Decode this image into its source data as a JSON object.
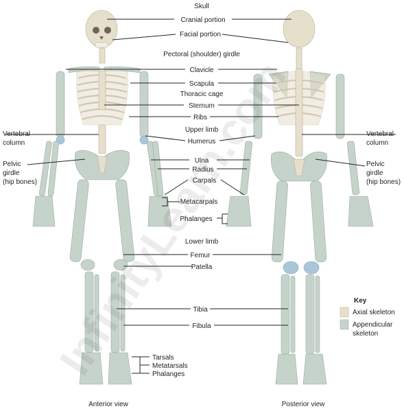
{
  "labels": {
    "skull": "Skull",
    "cranial": "Cranial portion",
    "facial": "Facial portion",
    "pectoral": "Pectoral (shoulder) girdle",
    "clavicle": "Clavicle",
    "scapula": "Scapula",
    "thoracic": "Thoracic cage",
    "sternum": "Sternum",
    "ribs": "Ribs",
    "upper_limb": "Upper limb",
    "humerus": "Humerus",
    "ulna": "Ulna",
    "radius": "Radius",
    "carpals": "Carpals",
    "metacarpals": "Metacarpals",
    "phalanges_hand": "Phalanges",
    "lower_limb": "Lower limb",
    "femur": "Femur",
    "patella": "Patella",
    "tibia": "Tibia",
    "fibula": "Fibula",
    "tarsals": "Tarsals",
    "metatarsals": "Metatarsals",
    "phalanges_foot": "Phalanges",
    "vertebral_left_1": "Vertebral",
    "vertebral_left_2": "column",
    "vertebral_right_1": "Vertebral",
    "vertebral_right_2": "column",
    "pelvic_left_1": "Pelvic",
    "pelvic_left_2": "girdle",
    "pelvic_left_3": "(hip bones)",
    "pelvic_right_1": "Pelvic",
    "pelvic_right_2": "girdle",
    "pelvic_right_3": "(hip bones)"
  },
  "views": {
    "anterior": "Anterior view",
    "posterior": "Posterior view"
  },
  "key": {
    "title": "Key",
    "axial": "Axial skeleton",
    "appendicular_1": "Appendicular",
    "appendicular_2": "skeleton",
    "axial_color": "#e6dfcc",
    "appendicular_color": "#c6d3cb"
  },
  "watermark": "InfinityLearn.com"
}
